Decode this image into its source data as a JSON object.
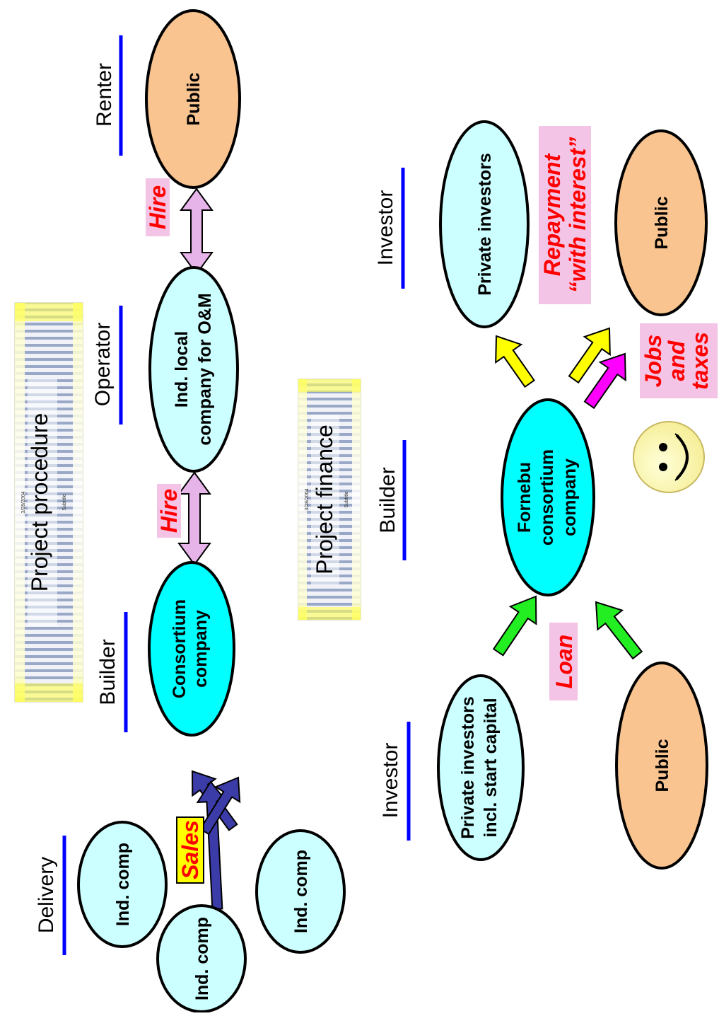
{
  "colors": {
    "pale_cyan": "#ccffff",
    "cyan": "#00ffff",
    "peach": "#f9c48f",
    "pink_box": "#f3c4e6",
    "pink_arrow": "#e6b4e8",
    "yellow_box": "#ffff00",
    "yellow_arrow": "#ffff00",
    "green_arrow": "#22ee22",
    "magenta_arrow": "#ff00ff",
    "navy_arrow": "#3c3ca8",
    "role_underline": "#0000ff",
    "red_text": "#ff0000",
    "smiley_fill": "#ffffbb"
  },
  "procedure": {
    "banner": {
      "title": "Project procedure",
      "date": "3/28/2004",
      "subtitle": "Subtitle"
    },
    "roles": {
      "delivery": "Delivery",
      "builder": "Builder",
      "operator": "Operator",
      "renter": "Renter"
    },
    "nodes": {
      "ind_comp_1": "Ind. comp",
      "ind_comp_2": "Ind. comp",
      "ind_comp_3": "Ind. comp",
      "consortium": [
        "Consortium",
        "company"
      ],
      "local_company": [
        "Ind. local",
        "company for O&M"
      ],
      "public": "Public"
    },
    "flows": {
      "sales": "Sales",
      "hire_1": "Hire",
      "hire_2": "Hire"
    }
  },
  "finance": {
    "banner": {
      "title": "Project finance",
      "date": "3/28/2004",
      "subtitle": "Subtitle"
    },
    "roles": {
      "investor_left": "Investor",
      "builder": "Builder",
      "investor_right": "Investor"
    },
    "nodes": {
      "private_start": [
        "Private investors",
        "incl. start capital"
      ],
      "public_left": "Public",
      "fornebu": [
        "Fornebu",
        "consortium",
        "company"
      ],
      "private_investors": "Private investors",
      "public_right": "Public"
    },
    "flows": {
      "loan": "Loan",
      "repayment": [
        "Repayment",
        "“with interest”"
      ],
      "jobs_taxes": [
        "Jobs",
        "and",
        "taxes"
      ]
    },
    "smiley_icon": "smiley-face-icon"
  }
}
